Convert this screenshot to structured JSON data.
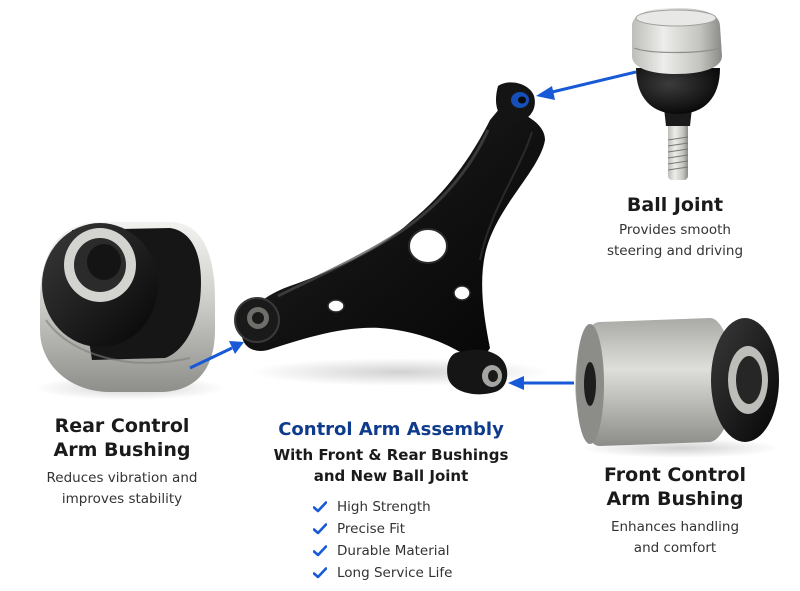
{
  "colors": {
    "accent_blue": "#1759d6",
    "heading_blue": "#0e3b8c",
    "text_dark": "#1a1a1a",
    "metal_light": "#d9d9d6",
    "rubber_black": "#111111"
  },
  "ball_joint": {
    "title": "Ball Joint",
    "desc_lines": [
      "Provides smooth",
      "steering and driving"
    ]
  },
  "rear_bushing": {
    "title_lines": [
      "Rear Control",
      "Arm Bushing"
    ],
    "desc_lines": [
      "Reduces vibration and",
      "improves stability"
    ]
  },
  "front_bushing": {
    "title_lines": [
      "Front Control",
      "Arm Bushing"
    ],
    "desc_lines": [
      "Enhances handling",
      "and comfort"
    ]
  },
  "assembly": {
    "title": "Control Arm Assembly",
    "subtitle_lines": [
      "With Front & Rear Bushings",
      "and New Ball Joint"
    ],
    "features": [
      "High Strength",
      "Precise Fit",
      "Durable Material",
      "Long Service Life"
    ],
    "feature_icon": "checkmark-icon"
  }
}
